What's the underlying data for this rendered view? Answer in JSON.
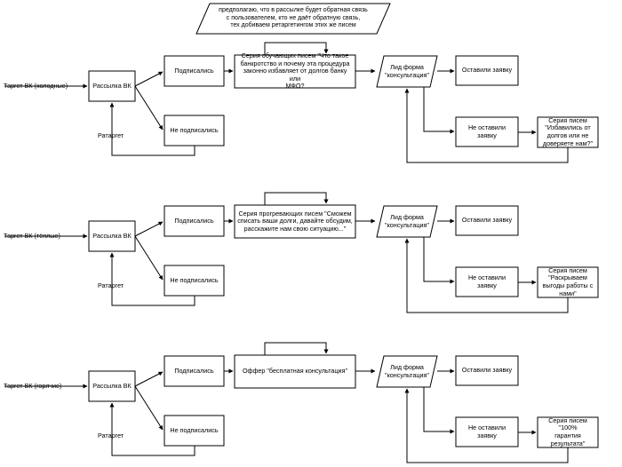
{
  "note": "предполагаю, что в рассылке будет обратная связь\nс пользователем, кто не даёт обратную связь,\nтех добиваем ретаргетингом этих же писем",
  "rows": [
    {
      "source": "Таргет ВК (холодные)",
      "mailing": "Рассылка ВК",
      "retarget": "Ратаргет",
      "subscribed": "Подписались",
      "not_subscribed": "Не подписались",
      "series": "Серия обучающих писем \"Что такое\nбанкротство и почему эта процедура\nзаконно избавляет от долгов банку или\nМФО?",
      "lead": "Лид форма\n\"консультация\"",
      "applied": "Оставили заявку",
      "not_applied": "Не оставили заявку",
      "followup": "Серия писем\n\"Избавились от\nдолгов или не\nдоверяете нам?\""
    },
    {
      "source": "Таргет ВК (тёплые)",
      "mailing": "Рассылка ВК",
      "retarget": "Ратаргет",
      "subscribed": "Подписались",
      "not_subscribed": "Не подписались",
      "series": "Серия прогревающих писем \"Сможем\nсписать ваши долги, давайте обсудим,\nрасскажите нам свою ситуацию...\"",
      "lead": "Лид форма\n\"консультация\"",
      "applied": "Оставили заявку",
      "not_applied": "Не оставили заявку",
      "followup": "Серия писем\n\"Раскрываем\nвыгоды работы с\nнами\""
    },
    {
      "source": "Таргет ВК (горячие)",
      "mailing": "Рассылка ВК",
      "retarget": "Ратаргет",
      "subscribed": "Подписались",
      "not_subscribed": "Не подписались",
      "series": "Оффер \"бесплатная консультация\"",
      "lead": "Лид форма\n\"консультация\"",
      "applied": "Оставили заявку",
      "not_applied": "Не оставили заявку",
      "followup": "Серия писем \"100%\nгарантия\nрезультата\""
    }
  ]
}
